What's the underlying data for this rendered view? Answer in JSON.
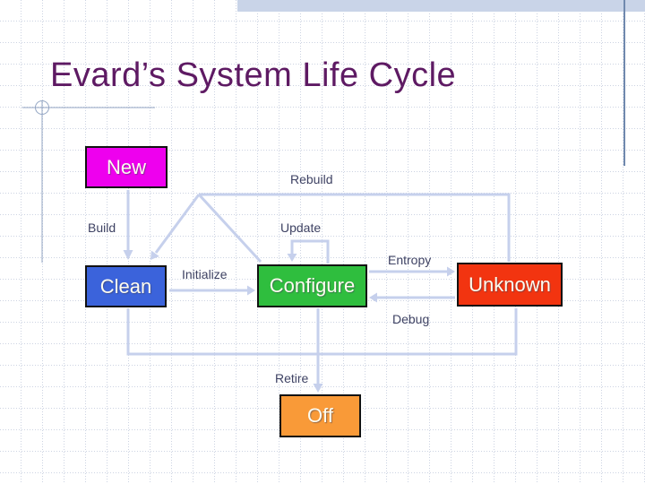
{
  "slide": {
    "title": "Evard’s System Life Cycle"
  },
  "diagram": {
    "nodes": [
      {
        "id": "new",
        "label": "New",
        "color": "#ee00ee"
      },
      {
        "id": "clean",
        "label": "Clean",
        "color": "#3b63db"
      },
      {
        "id": "configure",
        "label": "Configure",
        "color": "#2fbe3e"
      },
      {
        "id": "unknown",
        "label": "Unknown",
        "color": "#f23410"
      },
      {
        "id": "off",
        "label": "Off",
        "color": "#f99a38"
      }
    ],
    "edges": [
      {
        "label": "Build",
        "from": "new",
        "to": "clean"
      },
      {
        "label": "Rebuild",
        "from": "unknown",
        "to": "clean"
      },
      {
        "label": "Initialize",
        "from": "clean",
        "to": "configure"
      },
      {
        "label": "Update",
        "from": "configure",
        "to": "configure"
      },
      {
        "label": "Entropy",
        "from": "configure",
        "to": "unknown"
      },
      {
        "label": "Debug",
        "from": "unknown",
        "to": "configure"
      },
      {
        "label": "Retire",
        "from": "configure",
        "to": "off"
      }
    ]
  },
  "colors": {
    "title_text": "#5e1a63",
    "edge_label_text": "#3e4263",
    "arrow": "#c6d0ec",
    "accent_line": "#93a5c3",
    "right_accent_line": "#7089ae",
    "top_band": "#c9d4e8",
    "node_border": "#121212",
    "node_text": "#fdfcf0",
    "grid_line": "#ccd3e2"
  }
}
